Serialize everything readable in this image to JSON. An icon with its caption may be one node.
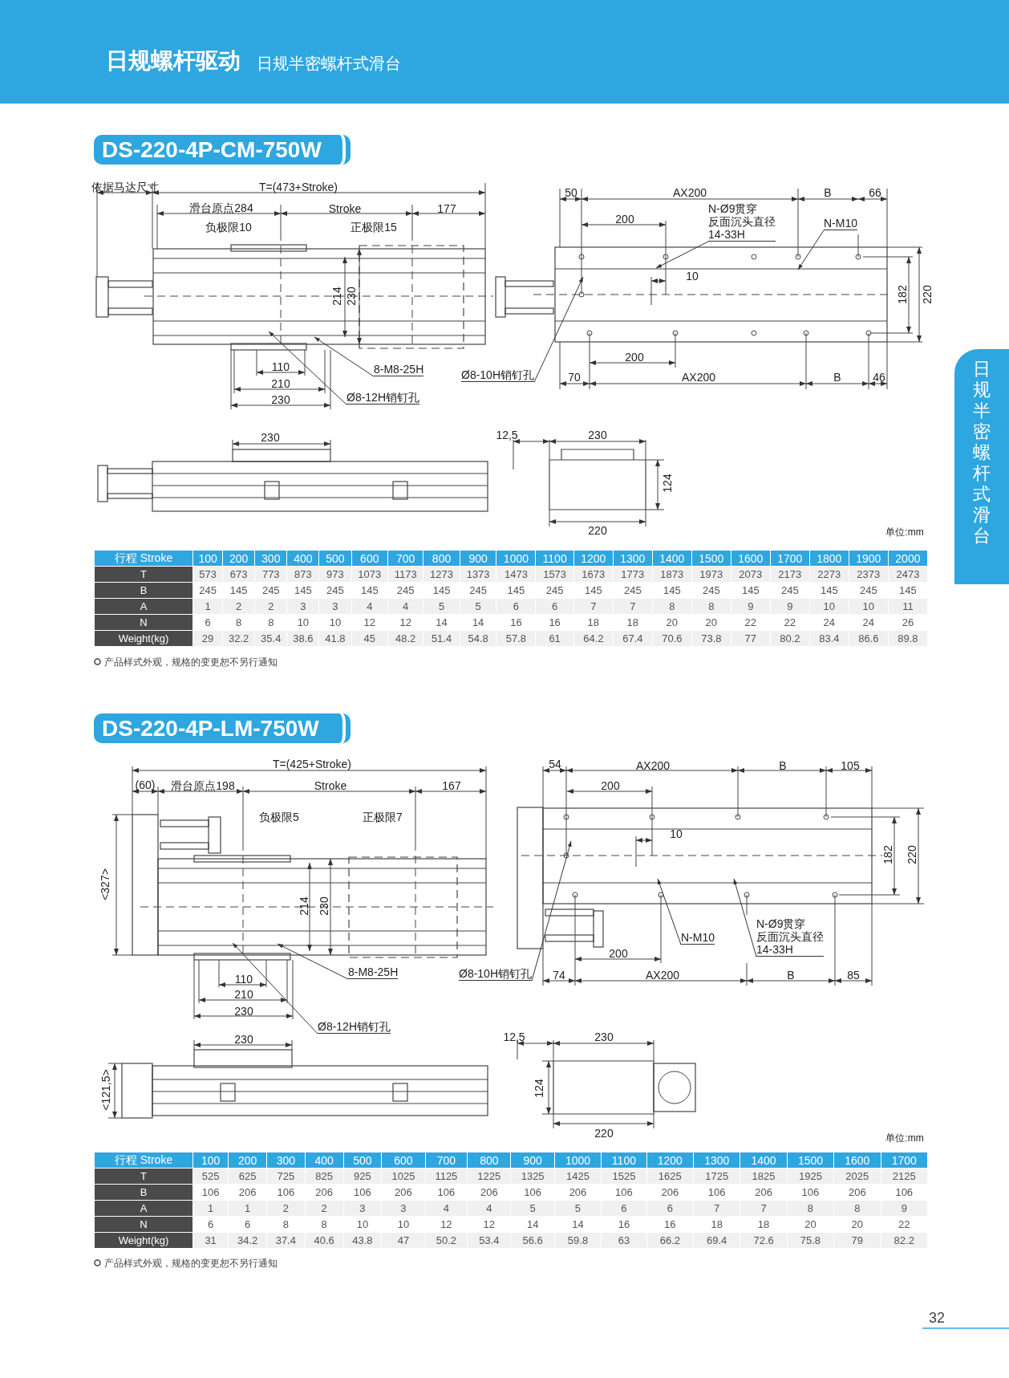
{
  "diagram": {
    "title": "日规螺杆驱动",
    "nodes": [
      {
        "text": [
          "DS-220-4P-CM-750W"
        ]
      },
      {
        "text": [
          "8-M8-25H"
        ]
      },
      {
        "text": [
          "Ø8-12H销钉孔"
        ]
      },
      {
        "text": [
          "Ø8-10H销钉孔"
        ]
      },
      {
        "text": [
          "N-Ø9贯穿",
          "反面沉头直径",
          "14-33H"
        ]
      },
      {
        "text": [
          "N-M10"
        ]
      },
      {
        "text": [
          "DS-220-4P-LM-750W"
        ]
      },
      {
        "text": [
          "8-M8-25H"
        ]
      },
      {
        "text": [
          "Ø8-12H销钉孔"
        ]
      },
      {
        "text": [
          "Ø8-10H销钉孔"
        ]
      },
      {
        "text": [
          "N-M10"
        ]
      },
      {
        "text": [
          "N-Ø9贯穿",
          "反面沉头直径",
          "14-33H"
        ]
      },
      {
        "text": [
          "日规半密螺杆式滑台"
        ]
      },
      {
        "text": [],
        "shape": "picture"
      },
      {
        "text": [],
        "shape": "picture"
      },
      {
        "text": [],
        "shape": "picture"
      },
      {
        "text": [],
        "shape": "picture"
      },
      {
        "text": [],
        "shape": "picture"
      },
      {
        "text": [],
        "shape": "picture"
      },
      {
        "text": [],
        "shape": "picture"
      },
      {
        "text": [],
        "shape": "picture"
      }
    ],
    "edges": [
      {
        "from": 1,
        "to": 13,
        "arrow": "to"
      },
      {
        "from": 2,
        "to": 13,
        "arrow": "to"
      },
      {
        "from": 3,
        "to": 14,
        "arrow": "to"
      },
      {
        "from": 4,
        "to": 14,
        "arrow": "to"
      },
      {
        "from": 5,
        "to": 14,
        "arrow": "to"
      },
      {
        "from": 7,
        "to": 17,
        "arrow": "to"
      },
      {
        "from": 8,
        "to": 17,
        "arrow": "to"
      },
      {
        "from": 9,
        "to": 18,
        "arrow": "to"
      },
      {
        "from": 10,
        "to": 18,
        "arrow": "to"
      },
      {
        "from": 11,
        "to": 18,
        "arrow": "to"
      }
    ],
    "labels": [
      "日规半密螺杆式滑台",
      "依据马达尺寸",
      "T=(473+Stroke)",
      "滑台原点284",
      "Stroke",
      "177",
      "负极限10",
      "正极限15",
      "214",
      "230",
      "110",
      "210",
      "230",
      "50",
      "AX200",
      "B",
      "66",
      "200",
      "10",
      "182",
      "220",
      "200",
      "70",
      "AX200",
      "B",
      "46",
      "230",
      "12,5",
      "230",
      "124",
      "220",
      "单位:mm",
      "行程 Stroke",
      "100",
      "200",
      "300",
      "400",
      "500",
      "600",
      "700",
      "800",
      "900",
      "1000",
      "1100",
      "1200",
      "1300",
      "1400",
      "1500",
      "1600",
      "1700",
      "1800",
      "1900",
      "2000",
      "T",
      "573",
      "673",
      "773",
      "873",
      "973",
      "1073",
      "1173",
      "1273",
      "1373",
      "1473",
      "1573",
      "1673",
      "1773",
      "1873",
      "1973",
      "2073",
      "2173",
      "2273",
      "2373",
      "2473",
      "B",
      "245",
      "145",
      "245",
      "145",
      "245",
      "145",
      "245",
      "145",
      "245",
      "145",
      "245",
      "145",
      "245",
      "145",
      "245",
      "145",
      "245",
      "145",
      "245",
      "145",
      "A",
      "1",
      "2",
      "2",
      "3",
      "3",
      "4",
      "4",
      "5",
      "5",
      "6",
      "6",
      "7",
      "7",
      "8",
      "8",
      "9",
      "9",
      "10",
      "10",
      "11",
      "N",
      "6",
      "8",
      "8",
      "10",
      "10",
      "12",
      "12",
      "14",
      "14",
      "16",
      "16",
      "18",
      "18",
      "20",
      "20",
      "22",
      "22",
      "24",
      "24",
      "26",
      "Weight(kg)",
      "29",
      "32.2",
      "35.4",
      "38.6",
      "41.8",
      "45",
      "48.2",
      "51.4",
      "54.8",
      "57.8",
      "61",
      "64.2",
      "67.4",
      "70.6",
      "73.8",
      "77",
      "80.2",
      "83.4",
      "86.6",
      "89.8",
      "产品样式外观，规格的变更恕不另行通知",
      "T=(425+Stroke)",
      "(60)",
      "滑台原点198",
      "Stroke",
      "167",
      "负极限5",
      "正极限7",
      "<327>",
      "214",
      "230",
      "110",
      "210",
      "230",
      "54",
      "AX200",
      "B",
      "105",
      "200",
      "10",
      "182",
      "220",
      "200",
      "74",
      "AX200",
      "B",
      "85",
      "230",
      "<121,5>",
      "12,5",
      "230",
      "124",
      "220",
      "单位:mm",
      "行程 Stroke",
      "100",
      "200",
      "300",
      "400",
      "500",
      "600",
      "700",
      "800",
      "900",
      "1000",
      "1100",
      "1200",
      "1300",
      "1400",
      "1500",
      "1600",
      "1700",
      "T",
      "525",
      "625",
      "725",
      "825",
      "925",
      "1025",
      "1125",
      "1225",
      "1325",
      "1425",
      "1525",
      "1625",
      "1725",
      "1825",
      "1925",
      "2025",
      "2125",
      "B",
      "106",
      "206",
      "106",
      "206",
      "106",
      "206",
      "106",
      "206",
      "106",
      "206",
      "106",
      "206",
      "106",
      "206",
      "106",
      "206",
      "106",
      "A",
      "1",
      "1",
      "2",
      "2",
      "3",
      "3",
      "4",
      "4",
      "5",
      "5",
      "6",
      "6",
      "7",
      "7",
      "8",
      "8",
      "9",
      "N",
      "6",
      "6",
      "8",
      "8",
      "10",
      "10",
      "12",
      "12",
      "14",
      "14",
      "16",
      "16",
      "18",
      "18",
      "20",
      "20",
      "22",
      "Weight(kg)",
      "31",
      "34.2",
      "37.4",
      "40.6",
      "43.8",
      "47",
      "50.2",
      "53.4",
      "56.6",
      "59.8",
      "63",
      "66.2",
      "69.4",
      "72.6",
      "75.8",
      "79",
      "82.2",
      "产品样式外观，规格的变更恕不另行通知",
      "32"
    ]
  }
}
